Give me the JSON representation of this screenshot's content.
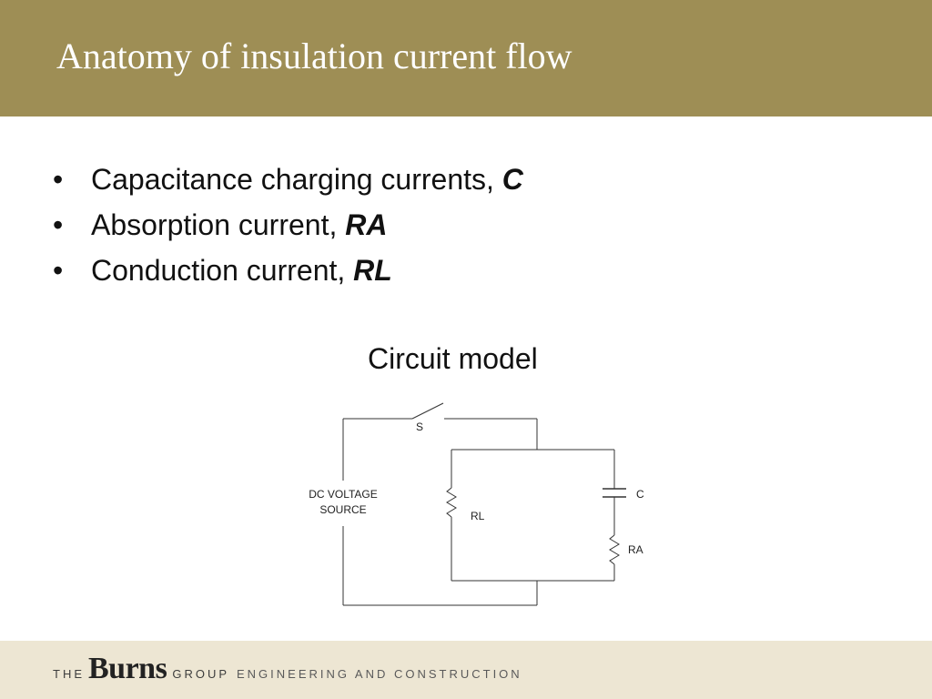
{
  "slide": {
    "title": "Anatomy of insulation current flow"
  },
  "bullets": [
    {
      "bullet": "•",
      "text": "Capacitance charging currents, ",
      "symbol": "C"
    },
    {
      "bullet": "•",
      "text": "Absorption current, ",
      "symbol": "RA"
    },
    {
      "bullet": "•",
      "text": "Conduction current, ",
      "symbol": "RL"
    }
  ],
  "diagram": {
    "caption": "Circuit model",
    "labels": {
      "switch": "S",
      "source_line1": "DC VOLTAGE",
      "source_line2": "SOURCE",
      "rl": "RL",
      "c": "C",
      "ra": "RA"
    }
  },
  "footer": {
    "logo_the": "THE",
    "logo_burns": "Burns",
    "logo_group": "GROUP",
    "tagline": "ENGINEERING AND CONSTRUCTION",
    "colors": {
      "header": "#9e8e55",
      "footer": "#ede6d3"
    }
  }
}
